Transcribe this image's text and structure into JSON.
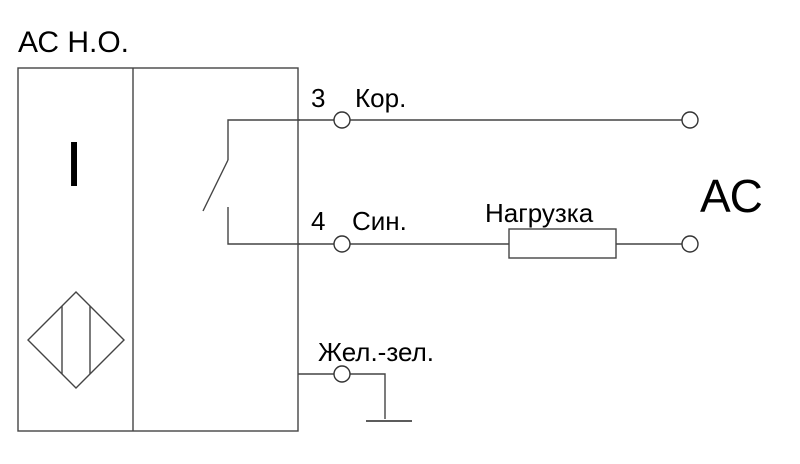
{
  "diagram": {
    "title": "АС Н.О.",
    "sensor_symbol": "I",
    "supply_label": "АС",
    "load_label": "Нагрузка",
    "wires": [
      {
        "pin": "3",
        "color": "Кор."
      },
      {
        "pin": "4",
        "color": "Син."
      },
      {
        "pin": "",
        "color": "Жел.-зел."
      }
    ]
  }
}
